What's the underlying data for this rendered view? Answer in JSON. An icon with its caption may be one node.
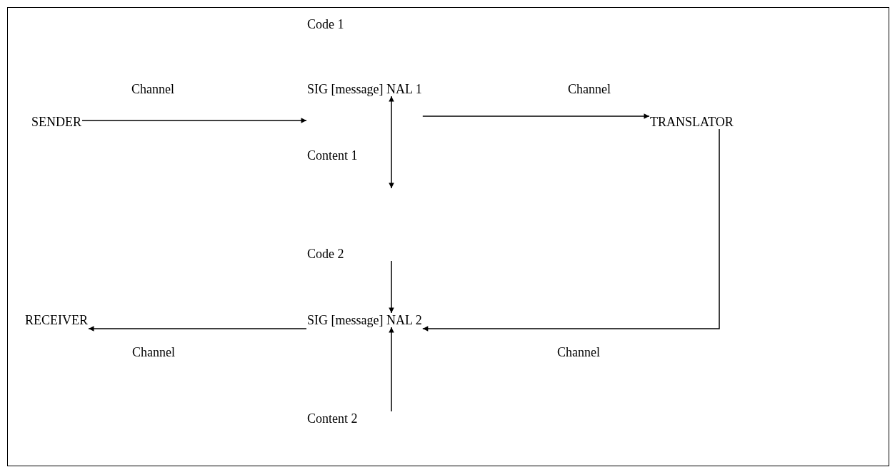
{
  "diagram": {
    "nodes": [
      {
        "text": [
          "SENDER"
        ]
      },
      {
        "text": [
          "SIG [message] NAL 1"
        ]
      },
      {
        "text": [
          "TRANSLATOR"
        ]
      },
      {
        "text": [
          "Code 2"
        ]
      },
      {
        "text": [
          "RECEIVER"
        ]
      },
      {
        "text": [
          "SIG [message] NAL 2"
        ]
      },
      {
        "text": [
          "Content 2"
        ]
      }
    ],
    "edges": [
      {
        "from": 0,
        "to": 1,
        "arrow": "to",
        "label": "Channel"
      },
      {
        "from": 1,
        "to": 2,
        "arrow": "to",
        "label": "Channel"
      },
      {
        "from": 1,
        "to": null,
        "arrow": "both",
        "label": "Content 1"
      },
      {
        "from": 3,
        "to": 5,
        "arrow": "to"
      },
      {
        "from": 2,
        "to": 5,
        "arrow": "to",
        "label": "Channel"
      },
      {
        "from": 5,
        "to": 4,
        "arrow": "to",
        "label": "Channel"
      },
      {
        "from": 6,
        "to": 5,
        "arrow": "to"
      }
    ],
    "labels": [
      "Code 1"
    ]
  }
}
